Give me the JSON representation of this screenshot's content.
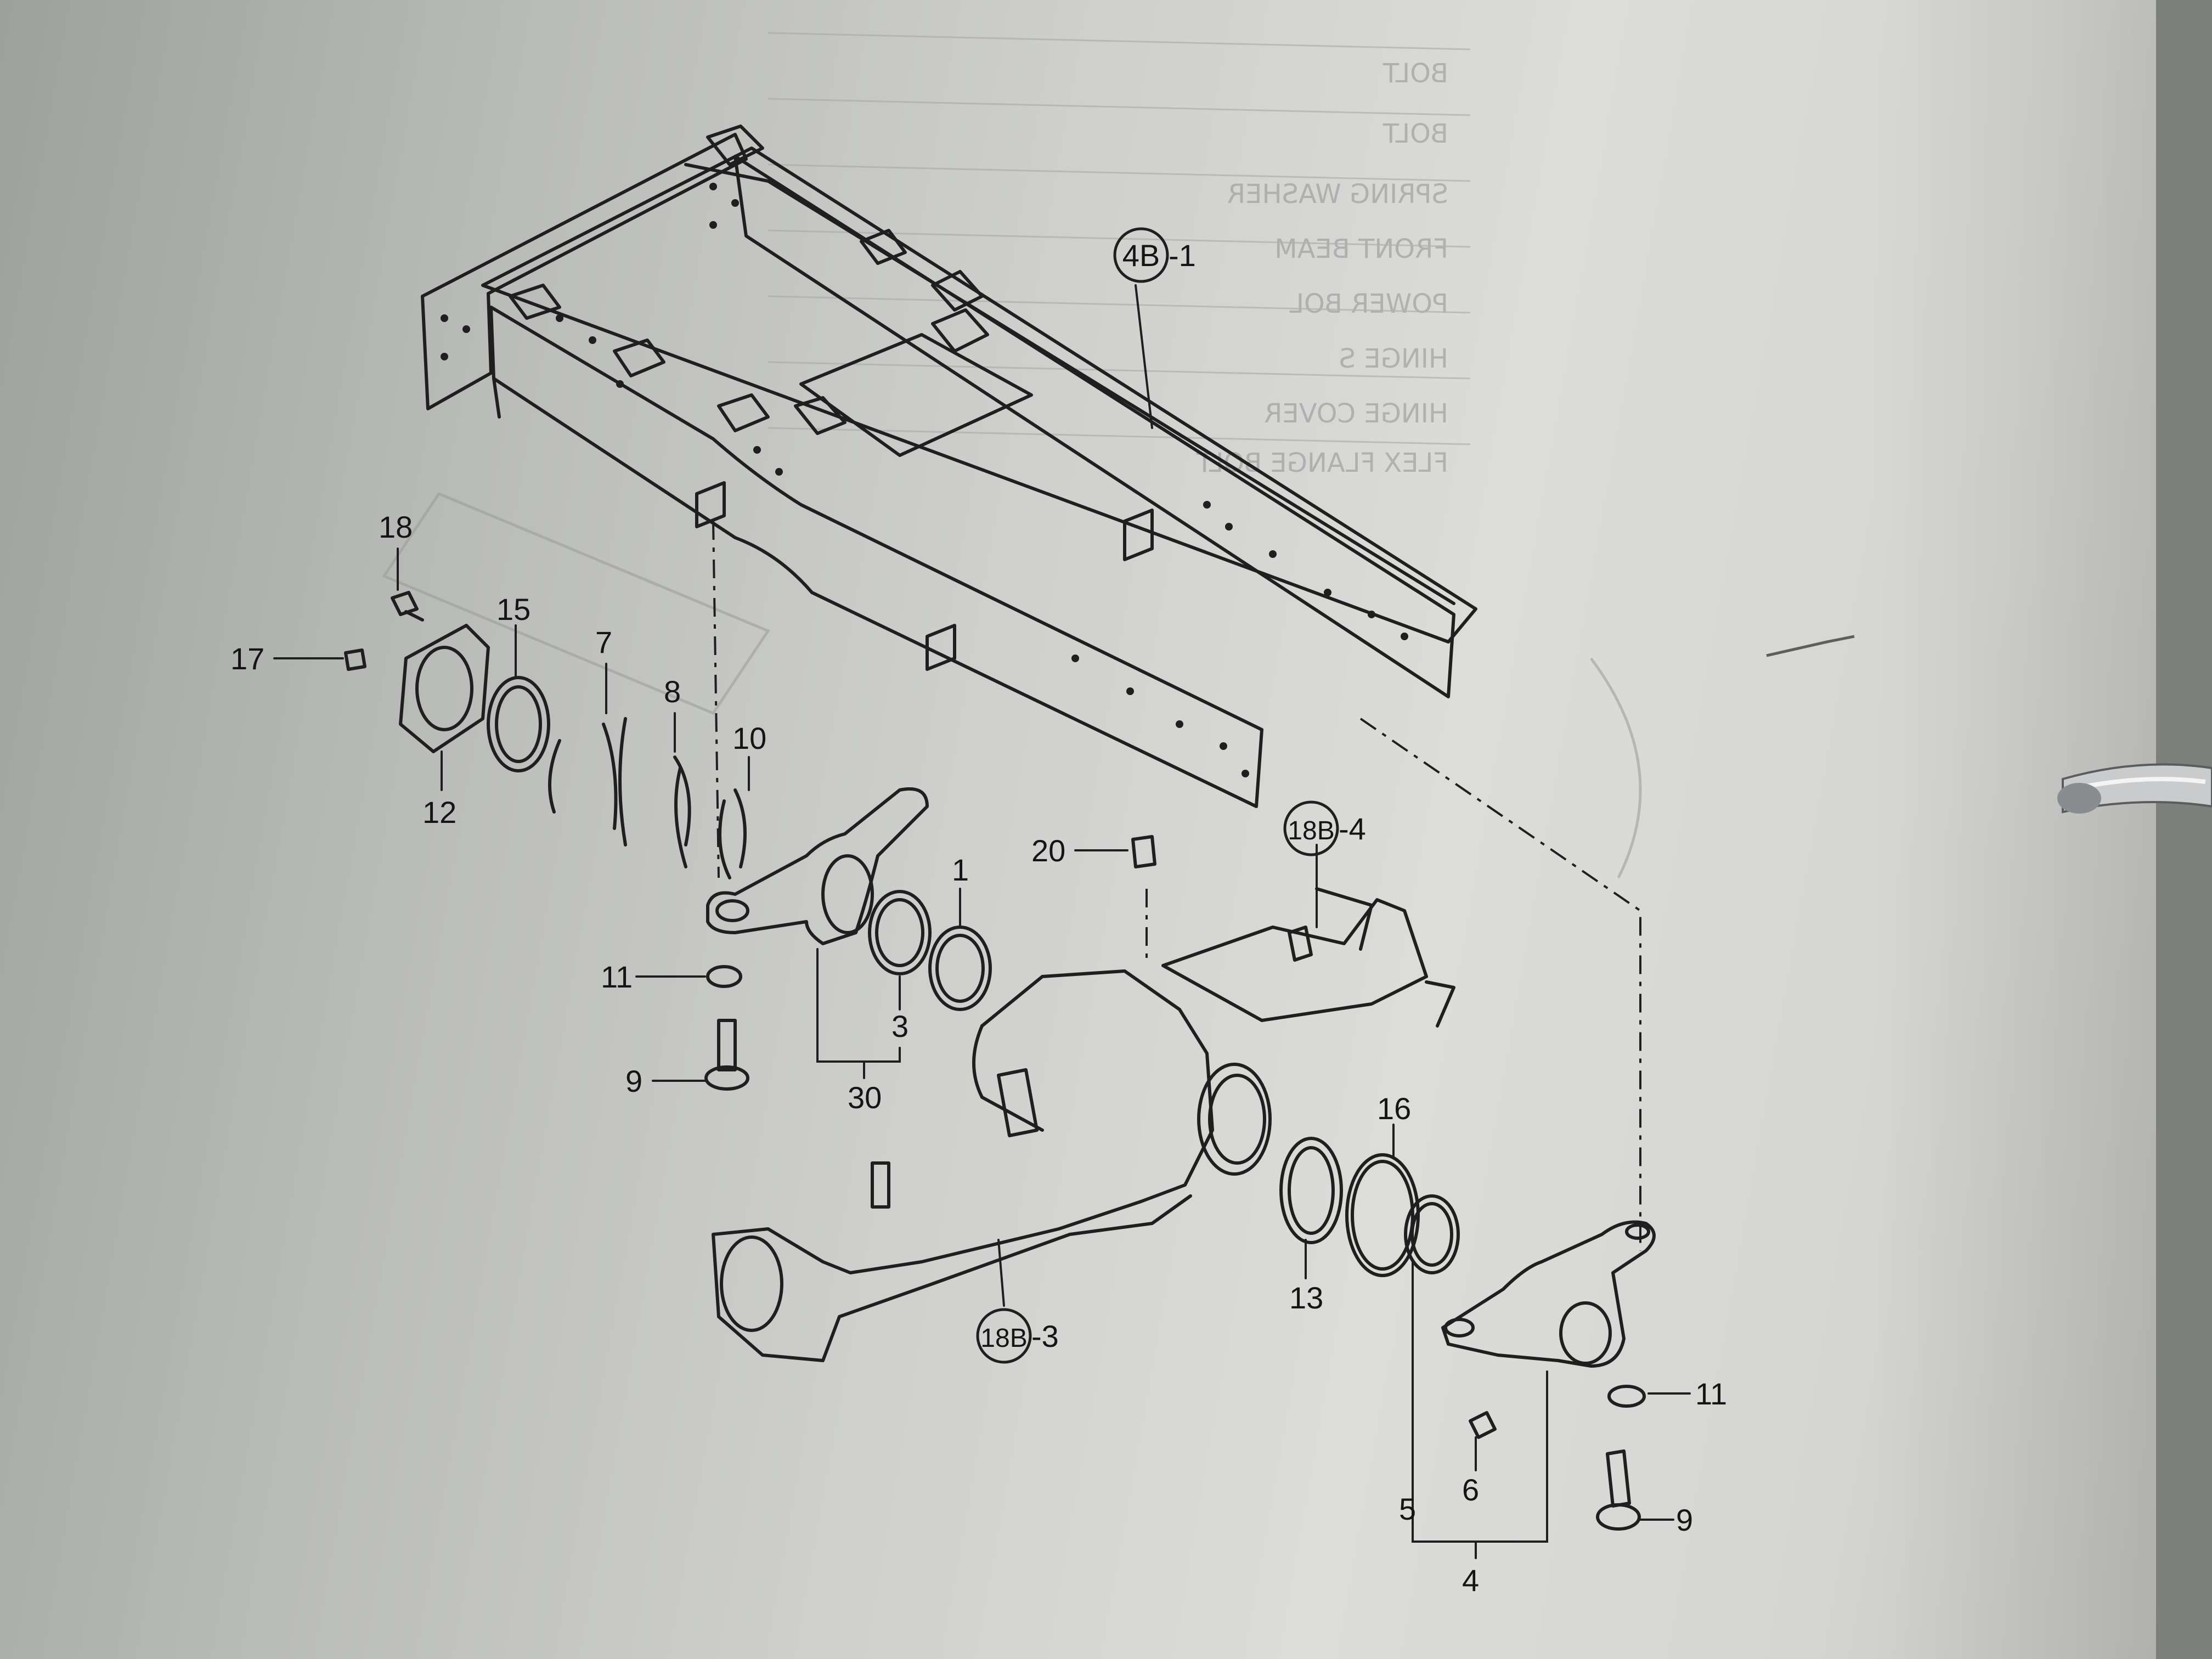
{
  "callouts": {
    "c1": "1",
    "c3": "3",
    "c4": "4",
    "c5": "5",
    "c6": "6",
    "c7": "7",
    "c8": "8",
    "c9a": "9",
    "c9b": "9",
    "c10": "10",
    "c11a": "11",
    "c11b": "11",
    "c12": "12",
    "c13": "13",
    "c15": "15",
    "c16": "16",
    "c17": "17",
    "c18": "18",
    "c20": "20",
    "c30": "30"
  },
  "references": {
    "frame": {
      "badge": "4B",
      "suffix": "-1"
    },
    "axle_housing": {
      "badge": "18B",
      "suffix": "-3"
    },
    "axle_cover": {
      "badge": "18B",
      "suffix": "-4"
    }
  },
  "bleed_through_table": {
    "rows": [
      "BOLT",
      "BOLT",
      "SPRING WASHER",
      "FRONT BEAM",
      "POWER BOL",
      "HINGE S",
      "HINGE COVER",
      "FLEX FLANGE BOLT"
    ]
  }
}
